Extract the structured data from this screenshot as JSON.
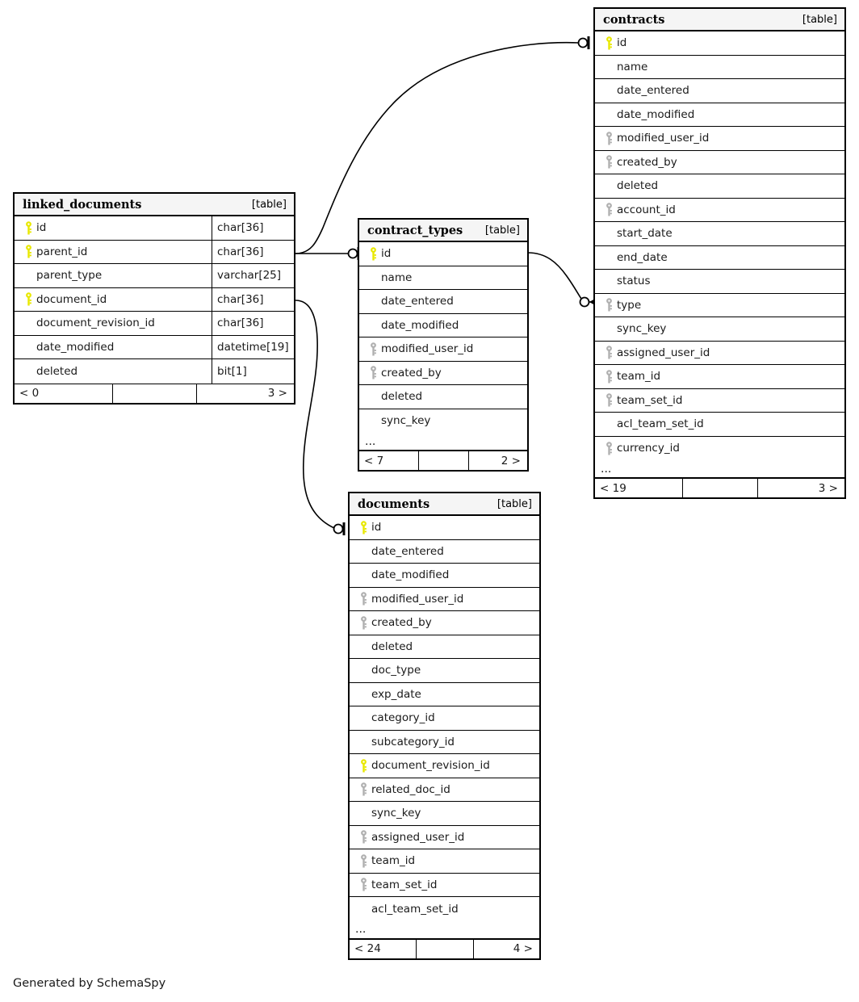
{
  "diagram": {
    "generator_credit": "Generated by SchemaSpy",
    "table_tag": "[table]",
    "ellipsis": "...",
    "colors": {
      "primary_key": "#e8e800",
      "foreign_key": "#b0b0b0",
      "header_bg": "#f5f5f5",
      "border": "#000000",
      "background": "#ffffff"
    }
  },
  "tables": {
    "linked_documents": {
      "name": "linked_documents",
      "tag": "[table]",
      "columns": [
        {
          "name": "id",
          "type": "char[36]",
          "key": "primary"
        },
        {
          "name": "parent_id",
          "type": "char[36]",
          "key": "primary"
        },
        {
          "name": "parent_type",
          "type": "varchar[25]",
          "key": "none"
        },
        {
          "name": "document_id",
          "type": "char[36]",
          "key": "primary"
        },
        {
          "name": "document_revision_id",
          "type": "char[36]",
          "key": "none"
        },
        {
          "name": "date_modified",
          "type": "datetime[19]",
          "key": "none"
        },
        {
          "name": "deleted",
          "type": "bit[1]",
          "key": "none"
        }
      ],
      "has_ellipsis": false,
      "footer": {
        "left": "< 0",
        "middle": "",
        "right": "3 >"
      }
    },
    "contract_types": {
      "name": "contract_types",
      "tag": "[table]",
      "columns": [
        {
          "name": "id",
          "type": "",
          "key": "primary"
        },
        {
          "name": "name",
          "type": "",
          "key": "none"
        },
        {
          "name": "date_entered",
          "type": "",
          "key": "none"
        },
        {
          "name": "date_modified",
          "type": "",
          "key": "none"
        },
        {
          "name": "modified_user_id",
          "type": "",
          "key": "foreign"
        },
        {
          "name": "created_by",
          "type": "",
          "key": "foreign"
        },
        {
          "name": "deleted",
          "type": "",
          "key": "none"
        },
        {
          "name": "sync_key",
          "type": "",
          "key": "none"
        }
      ],
      "has_ellipsis": true,
      "footer": {
        "left": "< 7",
        "middle": "",
        "right": "2 >"
      }
    },
    "contracts": {
      "name": "contracts",
      "tag": "[table]",
      "columns": [
        {
          "name": "id",
          "type": "",
          "key": "primary"
        },
        {
          "name": "name",
          "type": "",
          "key": "none"
        },
        {
          "name": "date_entered",
          "type": "",
          "key": "none"
        },
        {
          "name": "date_modified",
          "type": "",
          "key": "none"
        },
        {
          "name": "modified_user_id",
          "type": "",
          "key": "foreign"
        },
        {
          "name": "created_by",
          "type": "",
          "key": "foreign"
        },
        {
          "name": "deleted",
          "type": "",
          "key": "none"
        },
        {
          "name": "account_id",
          "type": "",
          "key": "foreign"
        },
        {
          "name": "start_date",
          "type": "",
          "key": "none"
        },
        {
          "name": "end_date",
          "type": "",
          "key": "none"
        },
        {
          "name": "status",
          "type": "",
          "key": "none"
        },
        {
          "name": "type",
          "type": "",
          "key": "foreign"
        },
        {
          "name": "sync_key",
          "type": "",
          "key": "none"
        },
        {
          "name": "assigned_user_id",
          "type": "",
          "key": "foreign"
        },
        {
          "name": "team_id",
          "type": "",
          "key": "foreign"
        },
        {
          "name": "team_set_id",
          "type": "",
          "key": "foreign"
        },
        {
          "name": "acl_team_set_id",
          "type": "",
          "key": "none"
        },
        {
          "name": "currency_id",
          "type": "",
          "key": "foreign"
        }
      ],
      "has_ellipsis": true,
      "footer": {
        "left": "< 19",
        "middle": "",
        "right": "3 >"
      }
    },
    "documents": {
      "name": "documents",
      "tag": "[table]",
      "columns": [
        {
          "name": "id",
          "type": "",
          "key": "primary"
        },
        {
          "name": "date_entered",
          "type": "",
          "key": "none"
        },
        {
          "name": "date_modified",
          "type": "",
          "key": "none"
        },
        {
          "name": "modified_user_id",
          "type": "",
          "key": "foreign"
        },
        {
          "name": "created_by",
          "type": "",
          "key": "foreign"
        },
        {
          "name": "deleted",
          "type": "",
          "key": "none"
        },
        {
          "name": "doc_type",
          "type": "",
          "key": "none"
        },
        {
          "name": "exp_date",
          "type": "",
          "key": "none"
        },
        {
          "name": "category_id",
          "type": "",
          "key": "none"
        },
        {
          "name": "subcategory_id",
          "type": "",
          "key": "none"
        },
        {
          "name": "document_revision_id",
          "type": "",
          "key": "primary"
        },
        {
          "name": "related_doc_id",
          "type": "",
          "key": "foreign"
        },
        {
          "name": "sync_key",
          "type": "",
          "key": "none"
        },
        {
          "name": "assigned_user_id",
          "type": "",
          "key": "foreign"
        },
        {
          "name": "team_id",
          "type": "",
          "key": "foreign"
        },
        {
          "name": "team_set_id",
          "type": "",
          "key": "foreign"
        },
        {
          "name": "acl_team_set_id",
          "type": "",
          "key": "none"
        }
      ],
      "has_ellipsis": true,
      "footer": {
        "left": "< 24",
        "middle": "",
        "right": "4 >"
      }
    }
  },
  "relationships": [
    {
      "from": "linked_documents.parent_id",
      "to": "contracts.id",
      "from_cardinality": "many",
      "to_cardinality": "zero-or-one"
    },
    {
      "from": "linked_documents.document_id",
      "to": "documents.id",
      "from_cardinality": "many",
      "to_cardinality": "zero-or-one"
    },
    {
      "from": "contract_types.id",
      "to": "contracts.type",
      "from_cardinality": "zero-or-one",
      "to_cardinality": "zero-or-many"
    },
    {
      "from": "linked_documents.parent_id",
      "to": "contract_types.id",
      "from_cardinality": "many",
      "to_cardinality": "zero-or-one"
    }
  ]
}
